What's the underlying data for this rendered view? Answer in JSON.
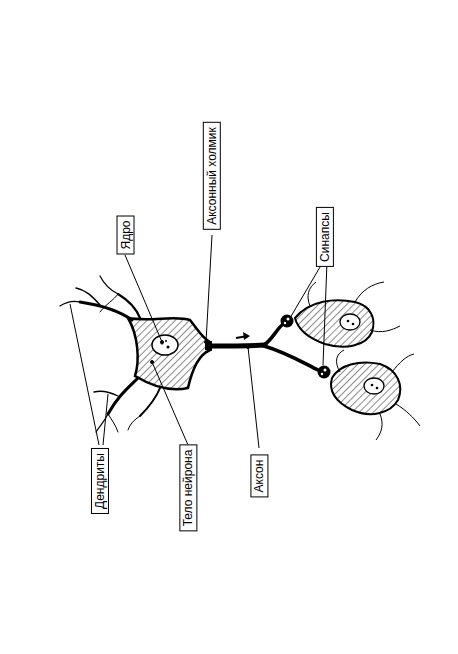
{
  "diagram": {
    "nodes": [
      {
        "text": [
          "Дендриты"
        ]
      },
      {
        "text": [
          "Ядро"
        ]
      },
      {
        "text": [
          "Тело нейрона"
        ]
      },
      {
        "text": [
          "Аксонный холмик"
        ]
      },
      {
        "text": [
          "Аксон"
        ]
      },
      {
        "text": [
          "Синапсы"
        ]
      }
    ]
  }
}
